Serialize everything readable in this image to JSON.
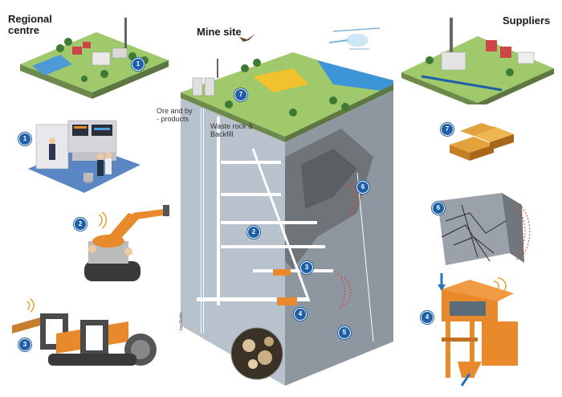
{
  "labels": {
    "regional_centre": "Regional centre",
    "mine_site": "Mine site",
    "suppliers": "Suppliers",
    "ore_products": "Ore and by - products",
    "waste_rock": "Waste rock & Backfill",
    "credit": "Jan Rüdlin"
  },
  "badges": {
    "regional_tile": "1",
    "control_room": "1",
    "robot_arm": "2",
    "shaft_2": "2",
    "shaft_3": "3",
    "crusher": "3",
    "shaft_4": "4",
    "ore_plant": "4",
    "ore_sample": "5",
    "seismic_right": "6",
    "rock_block": "6",
    "mine_tile": "7",
    "gold_bars": "7"
  },
  "colors": {
    "badge_blue": "#1e5fa8",
    "mine_grey": "#b8c2cc",
    "machine_orange": "#e8892c",
    "seismic_red": "#d8432b",
    "gold": "#e3a23c",
    "grass": "#9fc96b"
  }
}
